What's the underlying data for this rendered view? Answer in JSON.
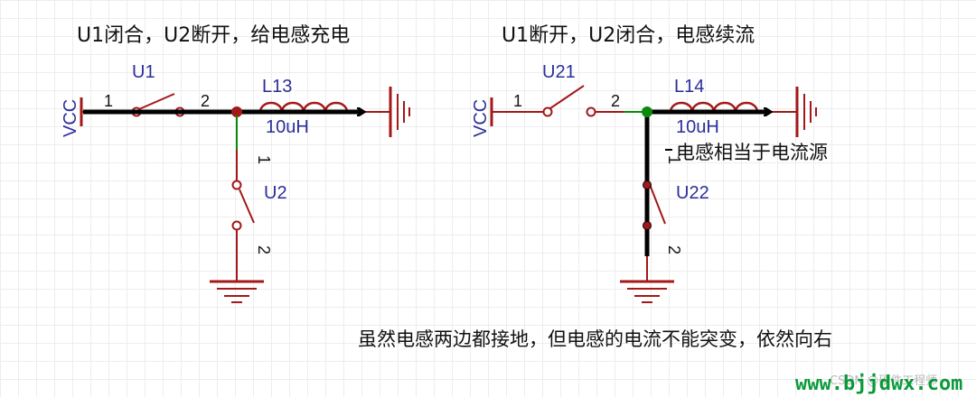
{
  "left": {
    "title": "U1闭合，U2断开，给电感充电",
    "supply": "VCC",
    "switch_top": {
      "ref": "U1",
      "pin_left": "1",
      "pin_right": "2"
    },
    "inductor": {
      "ref": "L13",
      "value": "10uH"
    },
    "switch_bottom": {
      "ref": "U2",
      "pin_top": "1",
      "pin_bottom": "2"
    }
  },
  "right": {
    "title": "U1断开，U2闭合，电感续流",
    "supply": "VCC",
    "switch_top": {
      "ref": "U21",
      "pin_left": "1",
      "pin_right": "2"
    },
    "inductor": {
      "ref": "L14",
      "value": "10uH"
    },
    "switch_bottom": {
      "ref": "U22",
      "pin_top": "1",
      "pin_bottom": "2"
    },
    "annotation": "电感相当于电流源"
  },
  "footer_note": "虽然电感两边都接地，但电感的电流不能突变，依然向右",
  "watermark": {
    "text": "CSDN @硬件工程师",
    "site": "www.bjjdwx.com"
  },
  "colors": {
    "schematic": "#a31818",
    "net": "#0a8a0a",
    "current_path": "#000000",
    "component_ref": "#2b2f9c",
    "grid": "#ededed"
  }
}
